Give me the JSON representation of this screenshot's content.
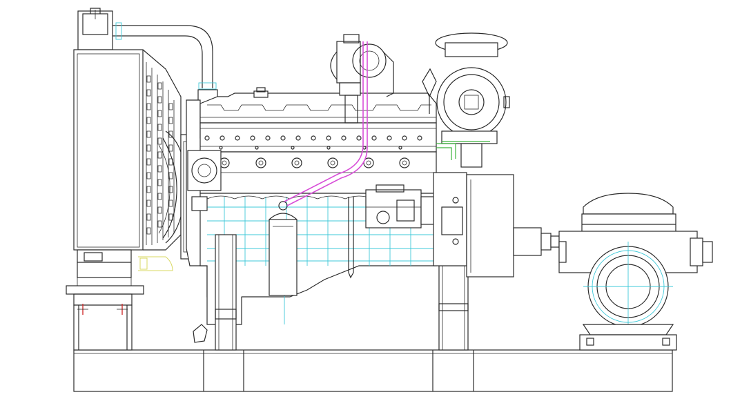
{
  "drawing": {
    "components": [
      "base-frame",
      "radiator",
      "cooling-fan",
      "coolant-hose",
      "engine-block",
      "valve-cover",
      "turbocharger",
      "air-filter",
      "flywheel-housing",
      "coupling",
      "split-case-pump"
    ]
  },
  "colors": {
    "line": "#2a2a2a",
    "accent_cyan": "#3ec8d8",
    "accent_magenta": "#d84ed8",
    "accent_green": "#3cb43c",
    "accent_yellow": "#d8d860",
    "accent_red": "#d03030",
    "background": "#ffffff"
  }
}
